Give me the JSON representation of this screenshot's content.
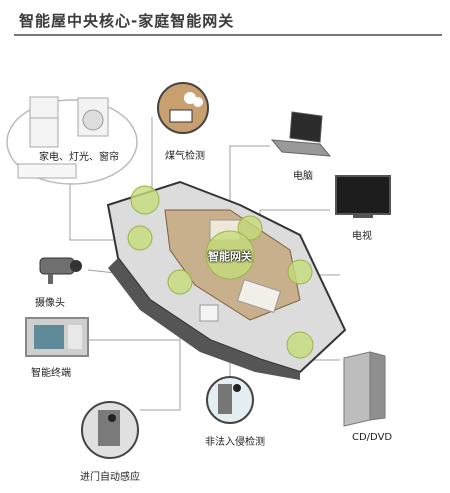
{
  "header": {
    "title": "智能屋中央核心-家庭智能网关"
  },
  "hub_label": "智能网关",
  "devices": {
    "appliances": "家电、灯光、窗帘",
    "gas": "煤气检测",
    "laptop": "电脑",
    "tv": "电视",
    "camera": "摄像头",
    "terminal": "智能终端",
    "intrusion": "非法入侵检测",
    "door": "进门自动感应",
    "dvd": "CD/DVD"
  },
  "colors": {
    "hub_green": "#c5dc7a",
    "line": "#9a9a9a",
    "floor": "#c9b08c",
    "wall": "#e8e8e8"
  }
}
